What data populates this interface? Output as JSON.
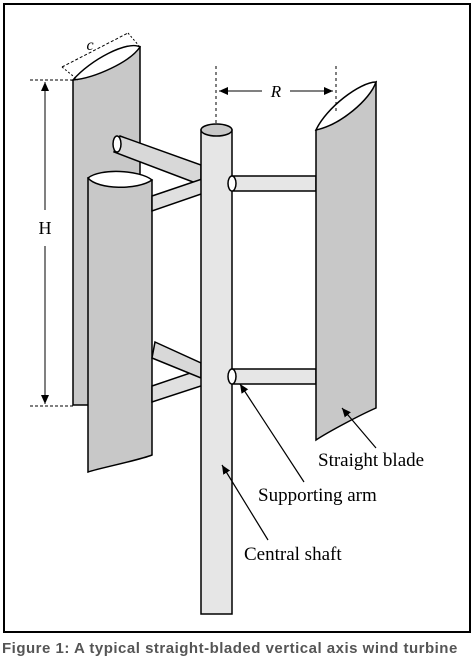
{
  "labels": {
    "chord": "c",
    "height": "H",
    "radius": "R",
    "blade": "Straight blade",
    "arm": "Supporting arm",
    "shaft": "Central shaft"
  },
  "caption": {
    "text": "Figure 1: A typical straight-bladed vertical axis wind turbine"
  },
  "colors": {
    "blade_fill": "#c8c8c8",
    "stroke": "#000000",
    "frame": "#000000"
  }
}
